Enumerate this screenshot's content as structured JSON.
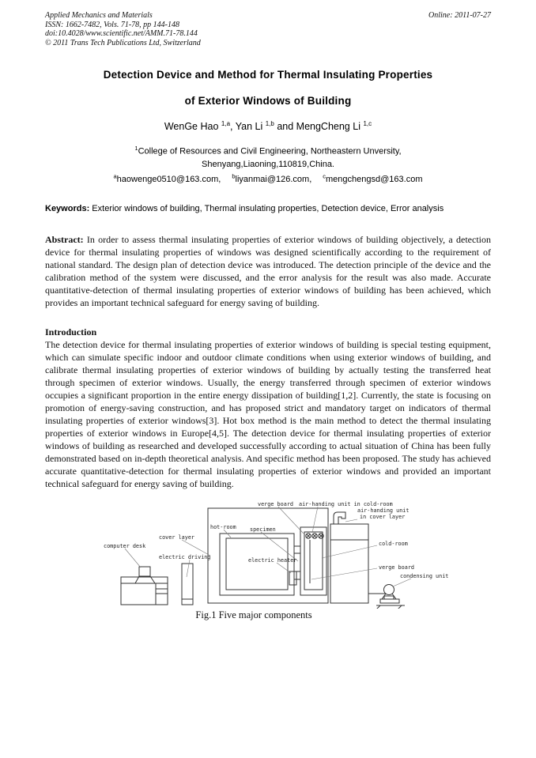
{
  "header": {
    "journal": "Applied Mechanics and Materials",
    "issn_line": "ISSN: 1662-7482, Vols. 71-78, pp 144-148",
    "doi_line": "doi:10.4028/www.scientific.net/AMM.71-78.144",
    "copyright_line": "© 2011 Trans Tech Publications Ltd, Switzerland",
    "online_date": "Online: 2011-07-27"
  },
  "title": {
    "line1": "Detection Device and Method for Thermal Insulating Properties",
    "line2": "of Exterior Windows of Building"
  },
  "authors": [
    {
      "text": "WenGe Hao ",
      "sup": "1,a"
    },
    {
      "text": ", Yan Li ",
      "sup": "1,b"
    },
    {
      "text": " and MengCheng Li ",
      "sup": "1,c"
    }
  ],
  "affiliation": {
    "sup": "1",
    "line1": "College of Resources and Civil Engineering, Northeastern Unversity,",
    "line2": "Shenyang,Liaoning,110819,China."
  },
  "emails": [
    {
      "sup": "a",
      "text": "haowenge0510@163.com,"
    },
    {
      "sup": "b",
      "text": "liyanmai@126.com,"
    },
    {
      "sup": "c",
      "text": "mengchengsd@163.com"
    }
  ],
  "keywords": {
    "label": "Keywords:",
    "text": " Exterior windows of building, Thermal insulating properties, Detection device, Error analysis"
  },
  "abstract": {
    "label": "Abstract:",
    "text": " In order to assess thermal insulating properties of exterior windows of building objectively, a detection device for thermal insulating properties of windows was designed scientifically according to the requirement of national standard. The design plan of detection device was introduced. The detection principle of the device and the calibration method of the system were discussed, and the error analysis for the result was also made. Accurate quantitative-detection of thermal insulating properties of exterior windows of building has been achieved, which provides an important technical safeguard for energy saving of building."
  },
  "introduction": {
    "heading": "Introduction",
    "text": "The detection device for thermal insulating properties of exterior windows of building is special testing equipment, which can simulate specific indoor and outdoor climate conditions when using exterior windows of building, and calibrate thermal insulating properties of exterior windows of building by actually testing the transferred heat through specimen of exterior windows. Usually, the energy transferred through specimen of exterior windows occupies a significant proportion in the entire energy dissipation of building[1,2]. Currently, the state is focusing on promotion of energy-saving construction, and has proposed strict and mandatory target on indicators of thermal insulating properties of exterior windows[3]. Hot box method is the main method to detect the thermal insulating properties of exterior windows in Europe[4,5]. The detection device for thermal insulating properties of exterior windows of building as researched and developed successfully according to actual situation of China has been fully demonstrated based on in-depth theoretical analysis. And specific method has been proposed. The study has achieved accurate quantitative-detection for thermal insulating properties of exterior windows and provided an important technical safeguard for energy saving of building."
  },
  "figure": {
    "caption": "Fig.1 Five major components",
    "labels": {
      "verge_board_top": "verge board",
      "ahu_cold_room": "air-handing unit in cold-room",
      "ahu_cover_1": "air-handing unit",
      "ahu_cover_2": "in cover layer",
      "hot_room": "hot-room",
      "specimen": "specimen",
      "cover_layer": "cover layer",
      "cold_room": "cold-room",
      "computer_desk": "computer desk",
      "electric_driving": "electric driving",
      "electric_heater": "electric heater",
      "verge_board_right": "verge board",
      "condensing_unit": "condensing unit"
    }
  }
}
